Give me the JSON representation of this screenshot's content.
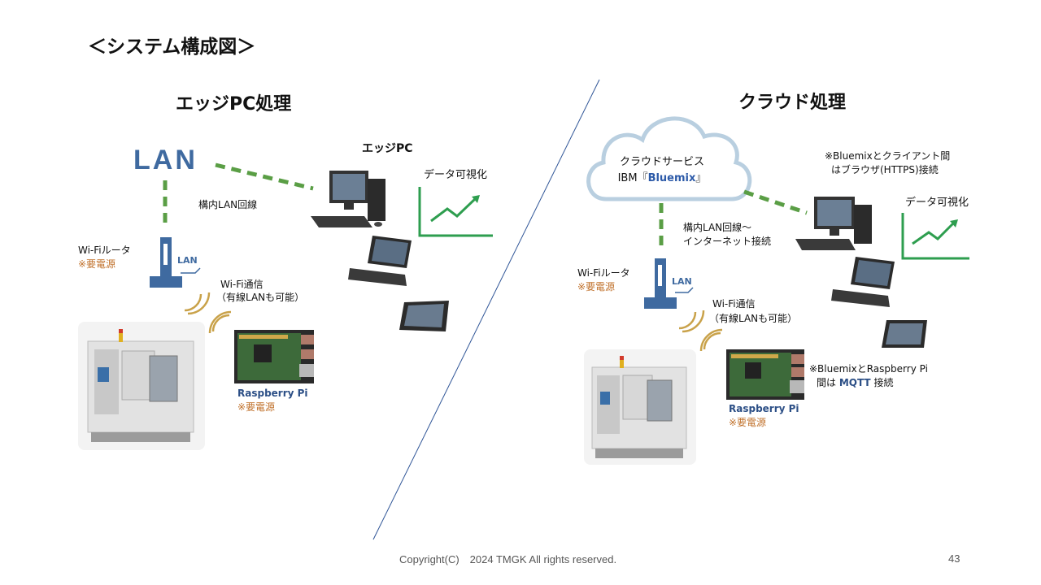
{
  "slide_title": "＜システム構成図＞",
  "left": {
    "title": "エッジPC処理",
    "lan": "LAN",
    "edge_pc_label": "エッジPC",
    "lan_line": "構内LAN回線",
    "data_viz": "データ可視化",
    "router": "Wi-Fiルータ",
    "power_note": "※要電源",
    "router_lan": "LAN",
    "wifi_line1": "Wi-Fi通信",
    "wifi_line2": "（有線LANも可能）",
    "rpi": "Raspberry Pi",
    "rpi_power": "※要電源"
  },
  "right": {
    "title": "クラウド処理",
    "cloud_line1": "クラウドサービス",
    "cloud_ibm": "IBM『",
    "cloud_bluemix": "Bluemix",
    "cloud_close": "』",
    "note1_line1": "※Bluemixとクライアント間",
    "note1_line2": "はブラウザ(HTTPS)接続",
    "data_viz": "データ可視化",
    "lan_line1": "構内LAN回線～",
    "lan_line2": "インターネット接続",
    "router": "Wi-Fiルータ",
    "power_note": "※要電源",
    "router_lan": "LAN",
    "wifi_line1": "Wi-Fi通信",
    "wifi_line2": "（有線LANも可能）",
    "note2_line1": "※BluemixとRaspberry Pi",
    "note2_line2a": "間は ",
    "note2_mqtt": "MQTT",
    "note2_line2b": " 接続",
    "rpi": "Raspberry Pi",
    "rpi_power": "※要電源"
  },
  "footer": {
    "copyright": "Copyright(C)　2024 TMGK All rights reserved.",
    "page_number": "43"
  },
  "colors": {
    "green_dash": "#5a9e45",
    "chart_green": "#2e9e4f",
    "router_blue": "#3f6aa0",
    "divider": "#2f5597",
    "warn": "#c0702a"
  }
}
